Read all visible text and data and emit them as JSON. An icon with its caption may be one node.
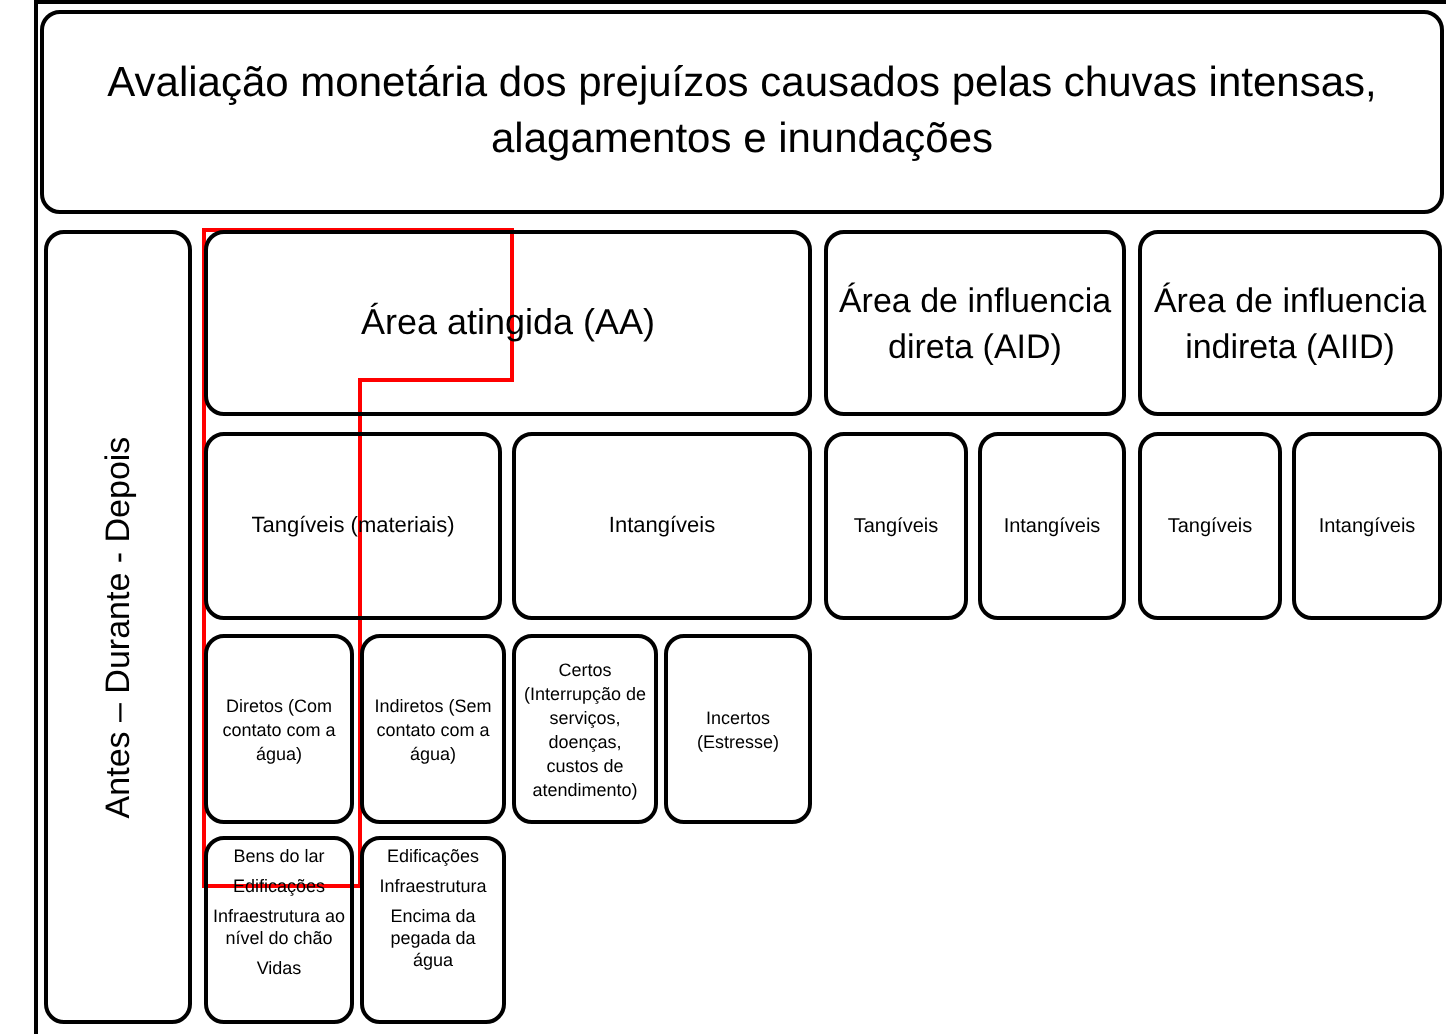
{
  "diagram": {
    "nodes": [
      {
        "text": [
          "Avaliação monetária dos prejuízos causados pelas chuvas intensas, alagamentos e inundações"
        ]
      },
      {
        "text": [
          "Antes – Durante - Depois"
        ]
      },
      {
        "text": [
          "Área atingida (AA)"
        ]
      },
      {
        "text": [
          "Área de influencia direta (AID)"
        ]
      },
      {
        "text": [
          "Área de influencia indireta (AIID)"
        ]
      },
      {
        "text": [
          "Tangíveis (materiais)"
        ]
      },
      {
        "text": [
          "Intangíveis"
        ]
      },
      {
        "text": [
          "Tangíveis"
        ]
      },
      {
        "text": [
          "Intangíveis"
        ]
      },
      {
        "text": [
          "Tangíveis"
        ]
      },
      {
        "text": [
          "Intangíveis"
        ]
      },
      {
        "text": [
          "Diretos (Com contato com a água)"
        ]
      },
      {
        "text": [
          "Indiretos (Sem contato com a água)"
        ]
      },
      {
        "text": [
          "Certos (Interrupção de serviços, doenças, custos de atendimento)"
        ]
      },
      {
        "text": [
          "Incertos (Estresse)"
        ]
      },
      {
        "text": [
          "Bens do lar",
          "Edificações",
          "Infraestrutura ao nível do chão",
          "Vidas"
        ]
      },
      {
        "text": [
          "Edificações",
          "Infraestrutura",
          "Encima da pegada da água"
        ]
      }
    ],
    "edges": []
  }
}
